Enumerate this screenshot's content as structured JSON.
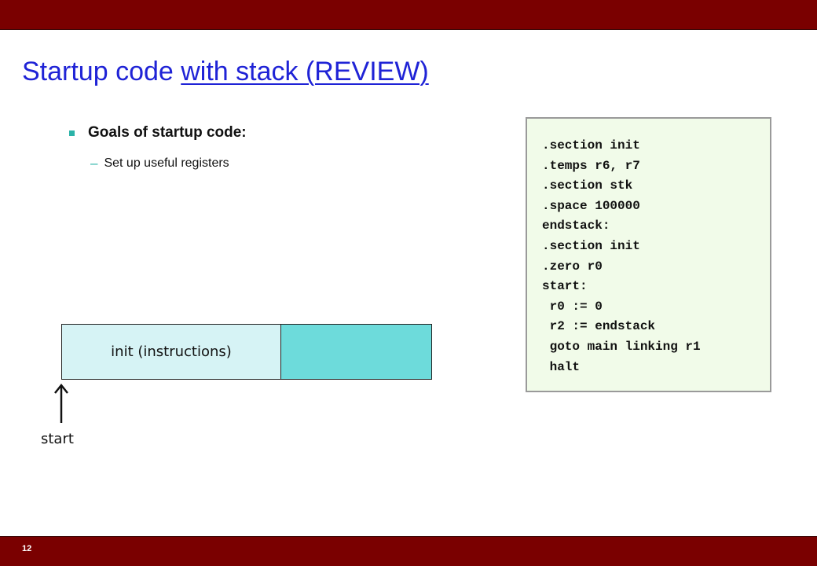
{
  "slide": {
    "number": "12",
    "title_plain": "Startup code ",
    "title_link": "with stack (REVIEW)"
  },
  "bullets": {
    "main": "Goals of startup code:",
    "sub_dash": "–",
    "sub": "Set up useful registers"
  },
  "code_lines": [
    ".section init",
    ".temps r6, r7",
    ".section stk",
    ".space 100000",
    "endstack:",
    ".section init",
    ".zero r0",
    "start:",
    " r0 := 0",
    " r2 := endstack",
    " goto main linking r1",
    " halt"
  ],
  "memory": {
    "init_label": "init (instructions)",
    "start_label": "start"
  },
  "colors": {
    "bar": "#7a0000",
    "title": "#1f23d6",
    "bullet": "#2bb3a8",
    "code_bg": "#f1fbe9",
    "init_region": "#d6f3f5",
    "stack_region": "#6ddbdb"
  }
}
